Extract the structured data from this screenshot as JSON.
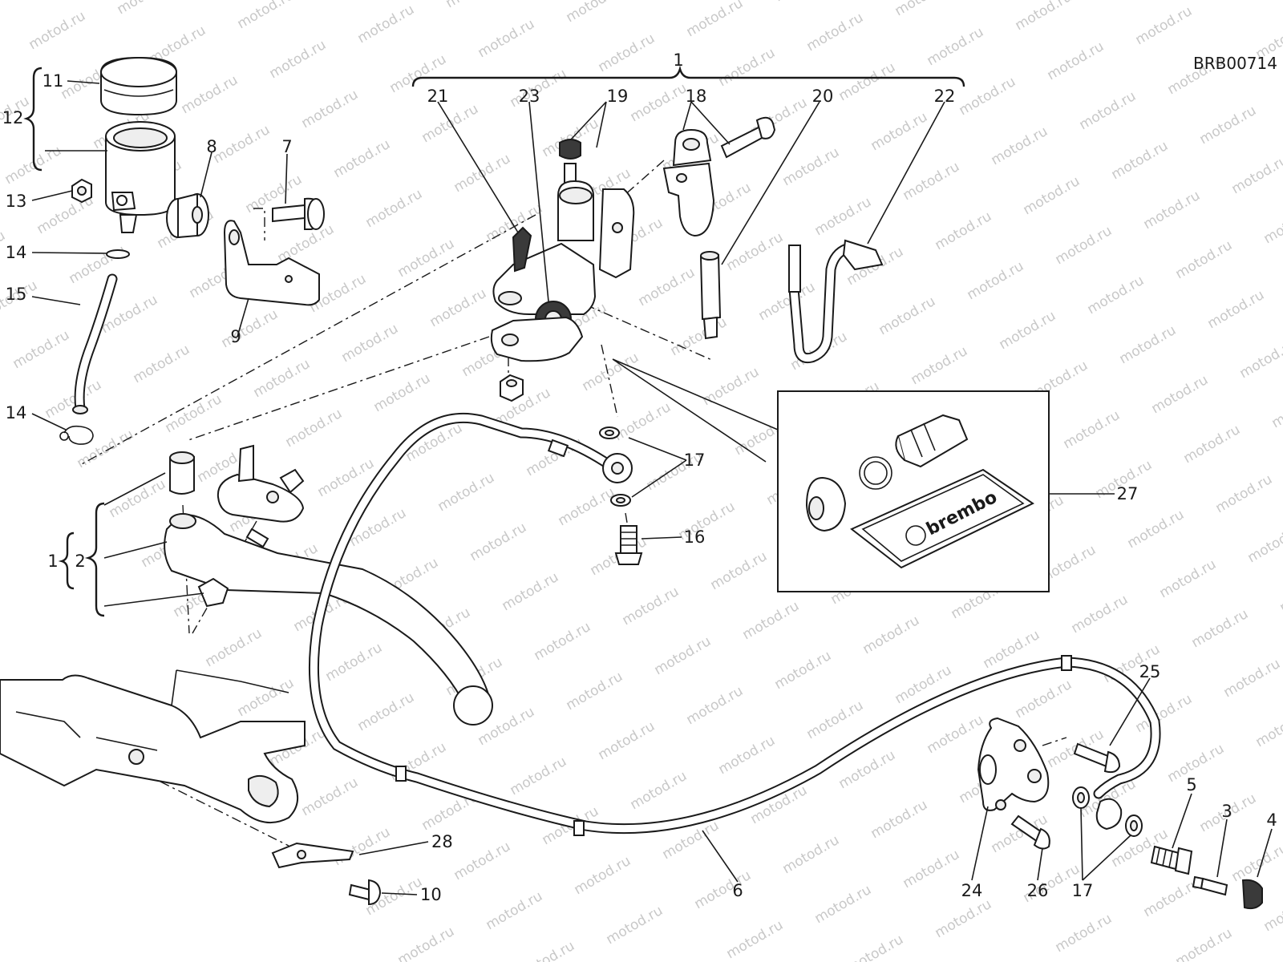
{
  "drawing": {
    "reference_code": "BRB00714",
    "watermark_text": "motod.ru",
    "kit_logo_text": "brembo"
  },
  "callouts": [
    {
      "id": "1-top",
      "label": "1"
    },
    {
      "id": "21",
      "label": "21"
    },
    {
      "id": "23",
      "label": "23"
    },
    {
      "id": "19",
      "label": "19"
    },
    {
      "id": "18",
      "label": "18"
    },
    {
      "id": "20",
      "label": "20"
    },
    {
      "id": "22",
      "label": "22"
    },
    {
      "id": "11",
      "label": "11"
    },
    {
      "id": "12",
      "label": "12"
    },
    {
      "id": "8",
      "label": "8"
    },
    {
      "id": "7",
      "label": "7"
    },
    {
      "id": "13",
      "label": "13"
    },
    {
      "id": "14-top",
      "label": "14"
    },
    {
      "id": "15",
      "label": "15"
    },
    {
      "id": "9",
      "label": "9"
    },
    {
      "id": "14-bottom",
      "label": "14"
    },
    {
      "id": "17-top",
      "label": "17"
    },
    {
      "id": "16",
      "label": "16"
    },
    {
      "id": "27",
      "label": "27"
    },
    {
      "id": "1-left",
      "label": "1"
    },
    {
      "id": "2",
      "label": "2"
    },
    {
      "id": "25",
      "label": "25"
    },
    {
      "id": "5",
      "label": "5"
    },
    {
      "id": "3",
      "label": "3"
    },
    {
      "id": "4",
      "label": "4"
    },
    {
      "id": "28",
      "label": "28"
    },
    {
      "id": "10",
      "label": "10"
    },
    {
      "id": "6",
      "label": "6"
    },
    {
      "id": "24",
      "label": "24"
    },
    {
      "id": "26",
      "label": "26"
    },
    {
      "id": "17-bottom",
      "label": "17"
    }
  ]
}
